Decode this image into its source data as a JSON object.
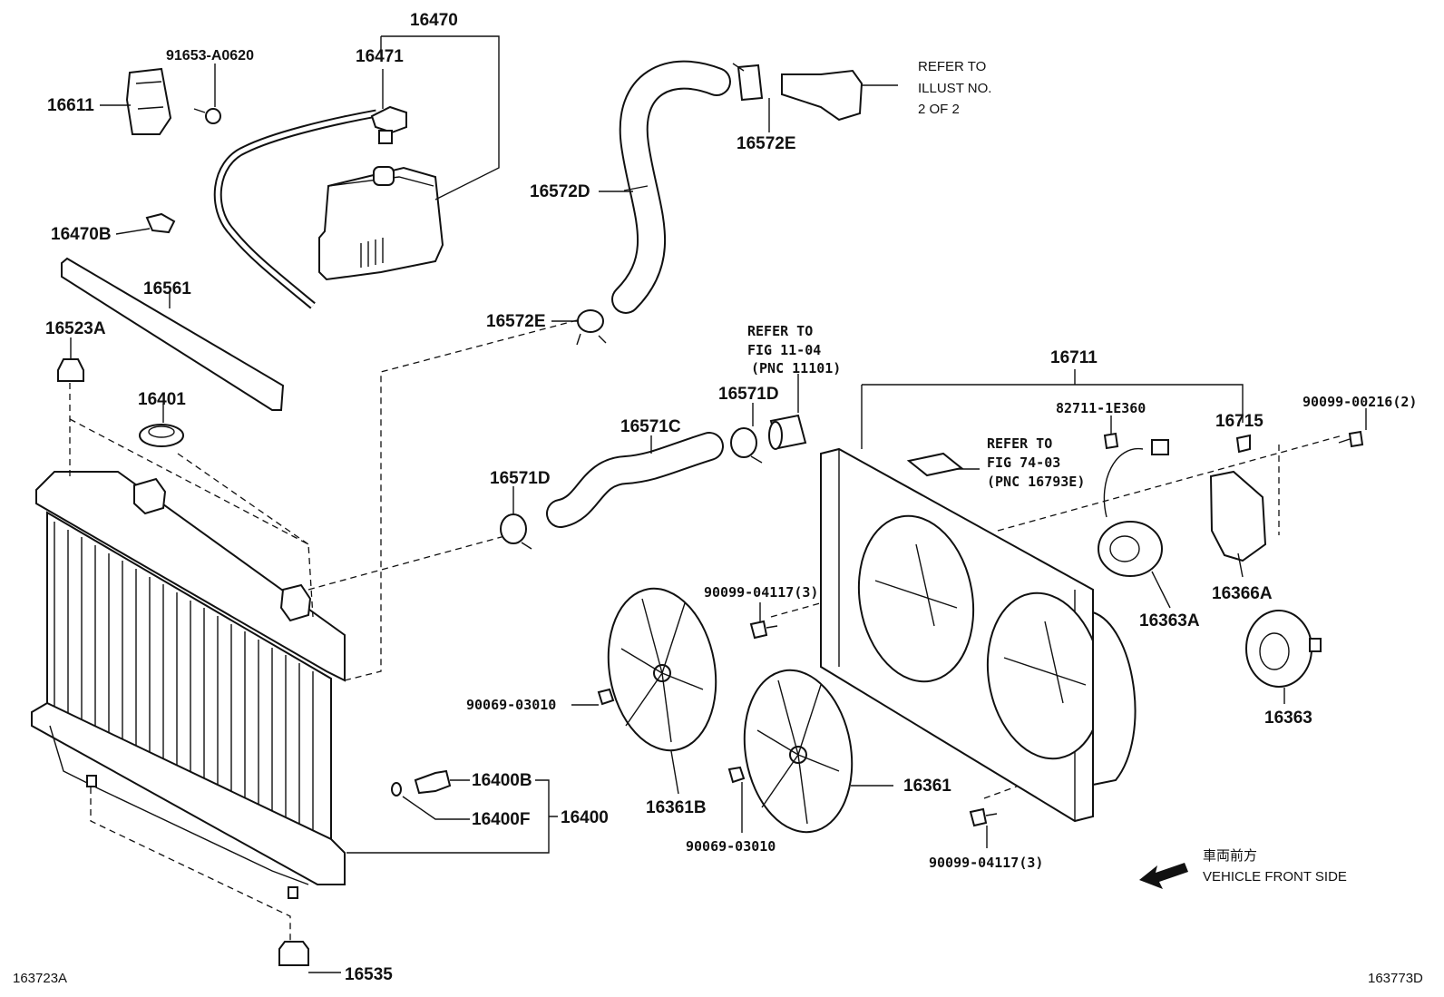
{
  "diagram": {
    "labels": {
      "p16470": "16470",
      "p91653": "91653-A0620",
      "p16471": "16471",
      "p16611": "16611",
      "p16470B": "16470B",
      "p16561": "16561",
      "p16523A": "16523A",
      "p16401": "16401",
      "p16572E_top": "16572E",
      "p16572D": "16572D",
      "p16572E_mid": "16572E",
      "p16571C": "16571C",
      "p16571D_top": "16571D",
      "p16571D_left": "16571D",
      "p16711": "16711",
      "p82711": "82711-1E360",
      "p16715": "16715",
      "p90099_00216": "90099-00216(2)",
      "p16363A": "16363A",
      "p16366A": "16366A",
      "p16363": "16363",
      "p90099_04117_a": "90099-04117(3)",
      "p90069_a": "90069-03010",
      "p16361B": "16361B",
      "p90069_b": "90069-03010",
      "p16361": "16361",
      "p90099_04117_b": "90099-04117(3)",
      "p16400B": "16400B",
      "p16400F": "16400F",
      "p16400": "16400",
      "p16535": "16535"
    },
    "refer1": [
      "REFER TO",
      "ILLUST NO.",
      "2 OF 2"
    ],
    "refer2": [
      "REFER TO",
      "FIG 11-04",
      "(PNC 11101)"
    ],
    "refer3": [
      "REFER TO",
      "FIG 74-03",
      "(PNC 16793E)"
    ],
    "direction": {
      "jp": "車両前方",
      "en": "VEHICLE FRONT SIDE",
      "icon": "arrow-left-icon"
    },
    "figure_codes": {
      "left": "163723A",
      "right": "163773D"
    }
  }
}
